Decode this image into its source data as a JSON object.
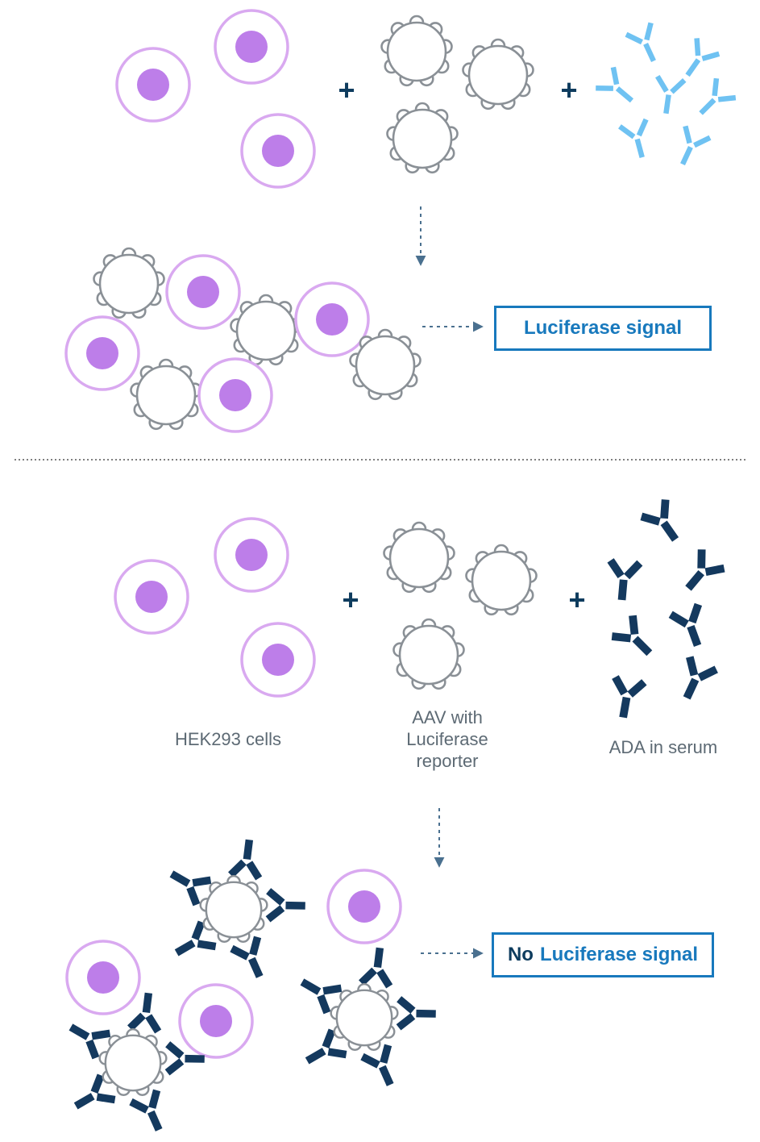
{
  "diagram": {
    "top": {
      "plus1": "+",
      "plus2": "+",
      "result_label": "Luciferase signal"
    },
    "bottom": {
      "plus1": "+",
      "plus2": "+",
      "label_cells": "HEK293 cells",
      "label_aav": "AAV with\nLuciferase\nreporter",
      "label_ada": "ADA in serum",
      "result_label_no": "No",
      "result_label_rest": "Luciferase signal"
    },
    "icons": {
      "cell": "hek293-cell-icon",
      "aav": "aav-capsid-icon",
      "antibody_blue": "antibody-blue-icon",
      "antibody_navy": "ada-antibody-icon",
      "complex": "neutralized-aav-complex",
      "arrow": "dashed-arrow-icon"
    },
    "colors": {
      "cell_membrane": "#d9a9f0",
      "cell_nucleus": "#bd7ee9",
      "aav_outline": "#8a9096",
      "antibody_blue": "#6fc2f2",
      "antibody_navy": "#14395e",
      "plus": "#0e3c5e",
      "arrow": "#4a708f",
      "box_border": "#1879bd",
      "box_text": "#1879bd",
      "label_text": "#5d6a74"
    }
  }
}
